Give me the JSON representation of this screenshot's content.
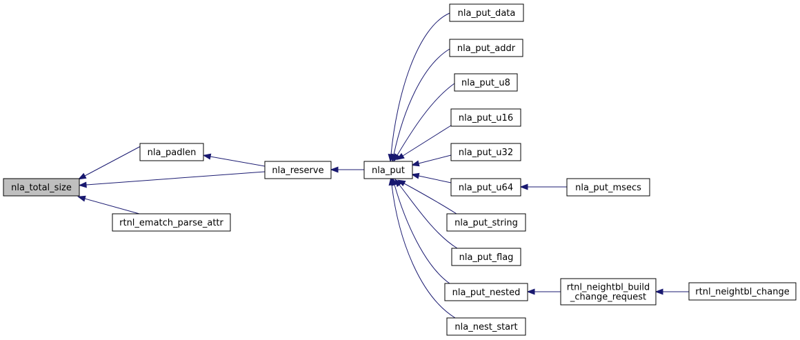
{
  "nodes": [
    {
      "id": "nla_total_size",
      "lines": [
        "nla_total_size"
      ],
      "current": true
    },
    {
      "id": "nla_padlen",
      "lines": [
        "nla_padlen"
      ]
    },
    {
      "id": "rtnl_ematch_parse_attr",
      "lines": [
        "rtnl_ematch_parse_attr"
      ]
    },
    {
      "id": "nla_reserve",
      "lines": [
        "nla_reserve"
      ]
    },
    {
      "id": "nla_put",
      "lines": [
        "nla_put"
      ]
    },
    {
      "id": "nla_put_data",
      "lines": [
        "nla_put_data"
      ]
    },
    {
      "id": "nla_put_addr",
      "lines": [
        "nla_put_addr"
      ]
    },
    {
      "id": "nla_put_u8",
      "lines": [
        "nla_put_u8"
      ]
    },
    {
      "id": "nla_put_u16",
      "lines": [
        "nla_put_u16"
      ]
    },
    {
      "id": "nla_put_u32",
      "lines": [
        "nla_put_u32"
      ]
    },
    {
      "id": "nla_put_u64",
      "lines": [
        "nla_put_u64"
      ]
    },
    {
      "id": "nla_put_string",
      "lines": [
        "nla_put_string"
      ]
    },
    {
      "id": "nla_put_flag",
      "lines": [
        "nla_put_flag"
      ]
    },
    {
      "id": "nla_put_nested",
      "lines": [
        "nla_put_nested"
      ]
    },
    {
      "id": "nla_nest_start",
      "lines": [
        "nla_nest_start"
      ]
    },
    {
      "id": "nla_put_msecs",
      "lines": [
        "nla_put_msecs"
      ]
    },
    {
      "id": "rtnl_neightbl_build_change_request",
      "lines": [
        "rtnl_neightbl_build",
        "_change_request"
      ]
    },
    {
      "id": "rtnl_neightbl_change",
      "lines": [
        "rtnl_neightbl_change"
      ]
    }
  ],
  "edges": [
    {
      "from": "nla_padlen",
      "to": "nla_total_size"
    },
    {
      "from": "nla_reserve",
      "to": "nla_total_size"
    },
    {
      "from": "rtnl_ematch_parse_attr",
      "to": "nla_total_size"
    },
    {
      "from": "nla_reserve",
      "to": "nla_padlen"
    },
    {
      "from": "nla_put",
      "to": "nla_reserve"
    },
    {
      "from": "nla_put_data",
      "to": "nla_put"
    },
    {
      "from": "nla_put_addr",
      "to": "nla_put"
    },
    {
      "from": "nla_put_u8",
      "to": "nla_put"
    },
    {
      "from": "nla_put_u16",
      "to": "nla_put"
    },
    {
      "from": "nla_put_u32",
      "to": "nla_put"
    },
    {
      "from": "nla_put_u64",
      "to": "nla_put"
    },
    {
      "from": "nla_put_string",
      "to": "nla_put"
    },
    {
      "from": "nla_put_flag",
      "to": "nla_put"
    },
    {
      "from": "nla_put_nested",
      "to": "nla_put"
    },
    {
      "from": "nla_nest_start",
      "to": "nla_put"
    },
    {
      "from": "nla_put_msecs",
      "to": "nla_put_u64"
    },
    {
      "from": "rtnl_neightbl_build_change_request",
      "to": "nla_put_nested"
    },
    {
      "from": "rtnl_neightbl_change",
      "to": "rtnl_neightbl_build_change_request"
    }
  ],
  "colors": {
    "edge": "#191970",
    "current_fill": "#bfbfbf",
    "node_fill": "#ffffff",
    "node_border": "#000000"
  }
}
